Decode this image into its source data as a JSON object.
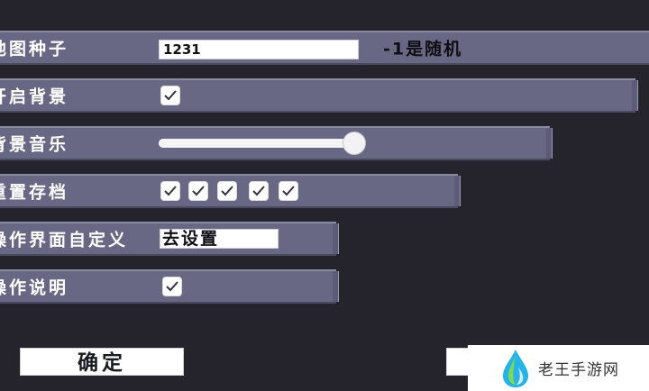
{
  "rows": {
    "seed": {
      "label": "地图种子",
      "value": "1231",
      "hint": "-1是随机"
    },
    "background": {
      "label": "开启背景",
      "checked": true
    },
    "music": {
      "label": "背景音乐",
      "volume_percent": 96
    },
    "reset_saves": {
      "label": "重置存档",
      "slots": [
        true,
        true,
        true,
        true,
        true
      ]
    },
    "custom_ui": {
      "label": "操作界面自定义",
      "button_label": "去设置"
    },
    "instructions": {
      "label": "操作说明",
      "checked": true
    }
  },
  "footer": {
    "confirm_label": "确定"
  },
  "watermark": {
    "text": "老王手游网"
  },
  "colors": {
    "background": "#25242c",
    "row": "#686885",
    "control": "#ffffff",
    "watermark_drop": "#27b3e6"
  }
}
